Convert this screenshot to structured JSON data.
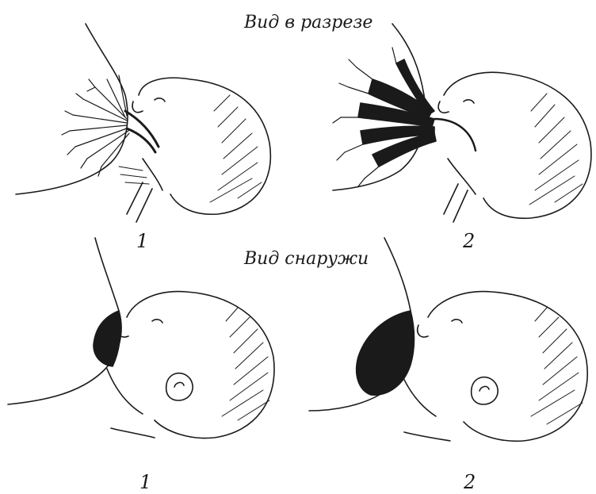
{
  "captions": {
    "section_cut": "Вид в разрезе",
    "section_outside": "Вид снаружи"
  },
  "panels": [
    {
      "section": "section_cut",
      "label": "1"
    },
    {
      "section": "section_cut",
      "label": "2"
    },
    {
      "section": "section_outside",
      "label": "1"
    },
    {
      "section": "section_outside",
      "label": "2"
    }
  ],
  "colors": {
    "ink": "#1a1a1a",
    "background": "#ffffff"
  }
}
